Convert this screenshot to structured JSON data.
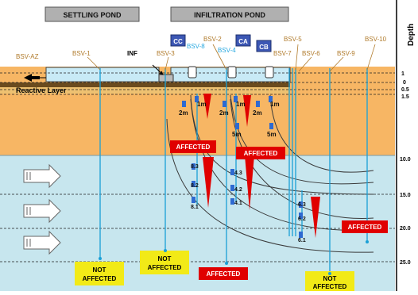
{
  "header": {
    "settling_pond": "SETTLING POND",
    "infiltration_pond": "INFILTRATION POND",
    "depth_label": "Depth"
  },
  "layers": {
    "reactive_layer": "Reactive Layer"
  },
  "colors": {
    "soil": "#f7b664",
    "aquifer": "#c7e6ee",
    "pond_water": "#c8eaf6",
    "reactive": "#6b4b1e",
    "borehole": "#1aa0d6",
    "red": "#e00000",
    "probe": "#2e6ad1",
    "yellow": "#f2ea17",
    "badge": "#3c57b4"
  },
  "wells": [
    {
      "id": "bsv-az",
      "label": "BSV-AZ",
      "color": "#b07a2a"
    },
    {
      "id": "bsv-1",
      "label": "BSV-1",
      "color": "#b07a2a"
    },
    {
      "id": "inf",
      "label": "INF",
      "color": "#000000"
    },
    {
      "id": "bsv-3",
      "label": "BSV-3",
      "color": "#b07a2a"
    },
    {
      "id": "bsv-8",
      "label": "BSV-8",
      "color": "#28a8e0"
    },
    {
      "id": "bsv-2",
      "label": "BSV-2",
      "color": "#b07a2a"
    },
    {
      "id": "bsv-4",
      "label": "BSV-4",
      "color": "#28a8e0"
    },
    {
      "id": "bsv-5",
      "label": "BSV-5",
      "color": "#b07a2a"
    },
    {
      "id": "bsv-7",
      "label": "BSV-7",
      "color": "#b07a2a"
    },
    {
      "id": "bsv-6",
      "label": "BSV-6",
      "color": "#b07a2a"
    },
    {
      "id": "bsv-9",
      "label": "BSV-9",
      "color": "#b07a2a"
    },
    {
      "id": "bsv-10",
      "label": "BSV-10",
      "color": "#b07a2a"
    }
  ],
  "badges": [
    {
      "id": "cc",
      "label": "CC"
    },
    {
      "id": "ca",
      "label": "CA"
    },
    {
      "id": "cb",
      "label": "CB"
    }
  ],
  "probe_labels": {
    "cc_1": "1m",
    "cc_2": "2m",
    "ca_1": "1m",
    "ca_2": "2m",
    "ca_5": "5m",
    "cb_1": "1m",
    "cb_2": "2m",
    "cb_5": "5m"
  },
  "sublabels": {
    "p8_3": "8.3",
    "p8_2": "8.2",
    "p8_1": "8.1",
    "p4_3": "4.3",
    "p4_2": "4.2",
    "p4_1": "4.1",
    "p6_3": "6.3",
    "p6_2": "6.2",
    "p6_1": "6.1"
  },
  "depth_ticks": [
    {
      "id": "d1",
      "label": "1"
    },
    {
      "id": "d0",
      "label": "0"
    },
    {
      "id": "d05",
      "label": "0.5"
    },
    {
      "id": "d15",
      "label": "1.5"
    },
    {
      "id": "d10",
      "label": "10.0"
    },
    {
      "id": "d15b",
      "label": "15.0"
    },
    {
      "id": "d20",
      "label": "20.0"
    },
    {
      "id": "d25",
      "label": "25.0"
    }
  ],
  "status_labels": {
    "affected_1": "AFFECTED",
    "affected_2": "AFFECTED",
    "affected_3": "AFFECTED",
    "affected_4": "AFFECTED",
    "not_affected_1a": "NOT",
    "not_affected_1b": "AFFECTED",
    "not_affected_2a": "NOT",
    "not_affected_2b": "AFFECTED",
    "not_affected_3a": "NOT",
    "not_affected_3b": "AFFECTED"
  }
}
